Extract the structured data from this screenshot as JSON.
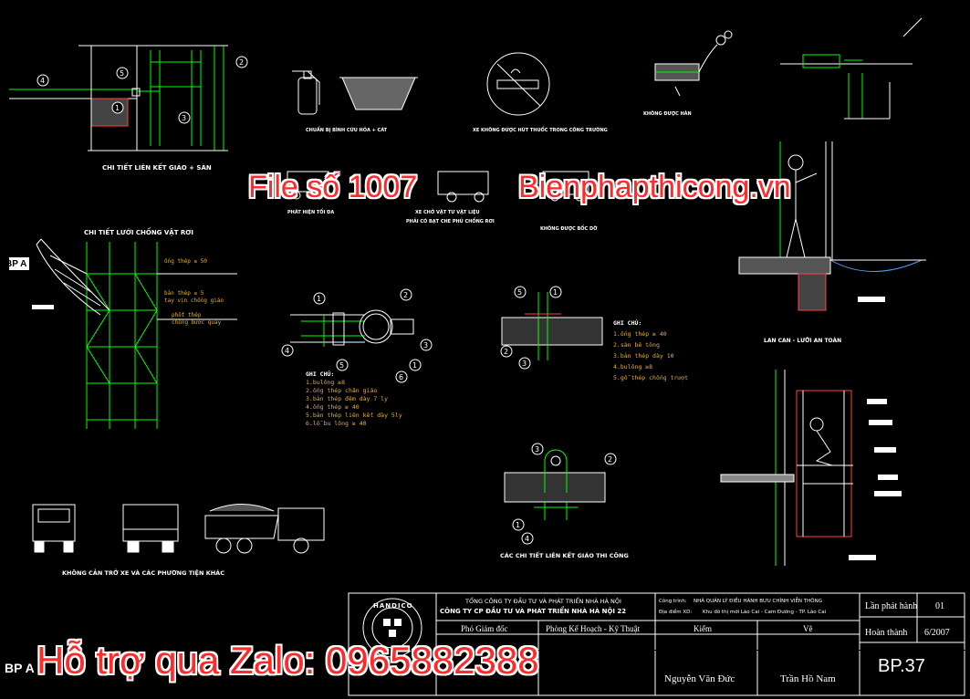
{
  "captions": {
    "scaffold_connection": "CHI TIẾT LIÊN KẾT GIÁO + SÀN",
    "anti_fall_net": "CHI TIẾT LƯỚI CHỐNG VẬT RƠI",
    "fire_sand": "CHUẨN BỊ BÌNH CỨU HỎA + CÁT",
    "no_smoking": "XE KHÔNG ĐƯỢC HÚT THUỐC TRONG CÔNG TRƯỜNG",
    "welding": "KHÔNG ĐƯỢC HÀN",
    "no_block": "KHÔNG CẢN TRỞ XE VÀ CÁC PHƯƠNG TIỆN KHÁC",
    "guard_rail": "LAN CAN - LƯỚI AN TOÀN",
    "scaffold_details": "CÁC CHI TIẾT LIÊN KẾT GIÁO THI CÔNG",
    "truck_left": "PHÁT HIỆN TỐI ĐA",
    "truck_mid": "XE CHỞ VẬT TƯ VẬT LIỆU",
    "truck_mid2": "PHẢI CÓ BẠT CHE PHỦ CHỐNG RƠI",
    "truck_right": "KHÔNG ĐƯỢC BỐC DỠ"
  },
  "notes": {
    "clamp": {
      "title": "GHI CHÚ:",
      "lines": [
        "1.bulông ≥8",
        "2.ống thép chân giáo",
        "3.bản thép đệm dày 7 ly",
        "4.ống thép ≥ 40",
        "5.bản thép liên kết dày 5ly",
        "6.lỗ bu lông ≥ 40"
      ]
    },
    "anchor": {
      "title": "GHI CHÚ:",
      "lines": [
        "1.ống thép ≥ 40",
        "2.sàn bê tông",
        "3.bản thép dày 10",
        "4.bulông ≥8",
        "5.gỗ thép chống trượt"
      ]
    },
    "net": {
      "lines": [
        "ống thép ≥ 50",
        "bản thép ≥ 5",
        "tay vịn chống giáo",
        "phốt thép",
        "chống bước quay"
      ]
    }
  },
  "callouts": [
    "1",
    "2",
    "3",
    "4",
    "5",
    "6"
  ],
  "watermarks": {
    "file": "File số 1007",
    "site": "Bienphapthicong.vn",
    "zalo": "Hỗ trợ qua Zalo: 0965882388"
  },
  "side_labels": {
    "left_top": "BP A",
    "left_bottom": "BP A"
  },
  "title_block": {
    "company1": "TỔNG CÔNG TY ĐẦU TƯ VÀ PHÁT TRIỂN NHÀ HÀ NỘI",
    "company2": "CÔNG TY CP ĐẦU TƯ VÀ PHÁT TRIỂN NHÀ HÀ NỘI 22",
    "project_label": "Công trình:",
    "project": "NHÀ QUẢN LÝ ĐIỀU HÀNH BƯU CHÍNH VIỄN THÔNG",
    "location_label": "Địa điểm XD:",
    "location": "Khu đô thị mới Lào Cai - Cam Đường - TP. Lào Cai",
    "role1": "Phó Giám đốc",
    "role2": "Phòng Kế Hoạch - Kỹ Thuật",
    "role3": "Kiểm",
    "role4": "Vẽ",
    "person3": "Nguyễn Văn Đức",
    "person4": "Trần Hồ Nam",
    "issue_label": "Lần phát hành",
    "issue": "01",
    "done_label": "Hoàn thành",
    "done": "6/2007",
    "sheet": "BP.37",
    "logo_text": "HANDICO"
  }
}
